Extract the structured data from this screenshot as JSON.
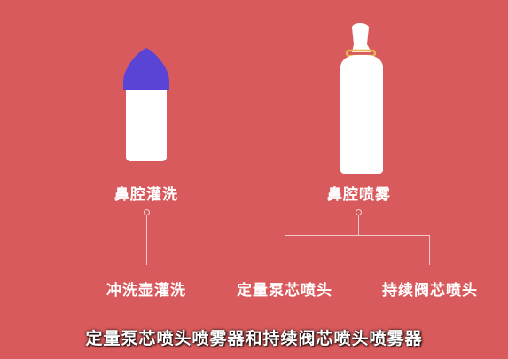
{
  "diagram": {
    "left_product": {
      "label": "鼻腔灌洗"
    },
    "right_product": {
      "label": "鼻腔喷雾"
    },
    "children": {
      "left": "冲洗壶灌洗",
      "right_a": "定量泵芯喷头",
      "right_b": "持续阀芯喷头"
    }
  },
  "caption": "定量泵芯喷头喷雾器和持续阀芯喷头喷雾器",
  "colors": {
    "background": "#d95a5c",
    "bottle": "#ffffff",
    "cap": "#5a44d6",
    "ring": "#e6b451",
    "connector": "#f1c9c9"
  }
}
